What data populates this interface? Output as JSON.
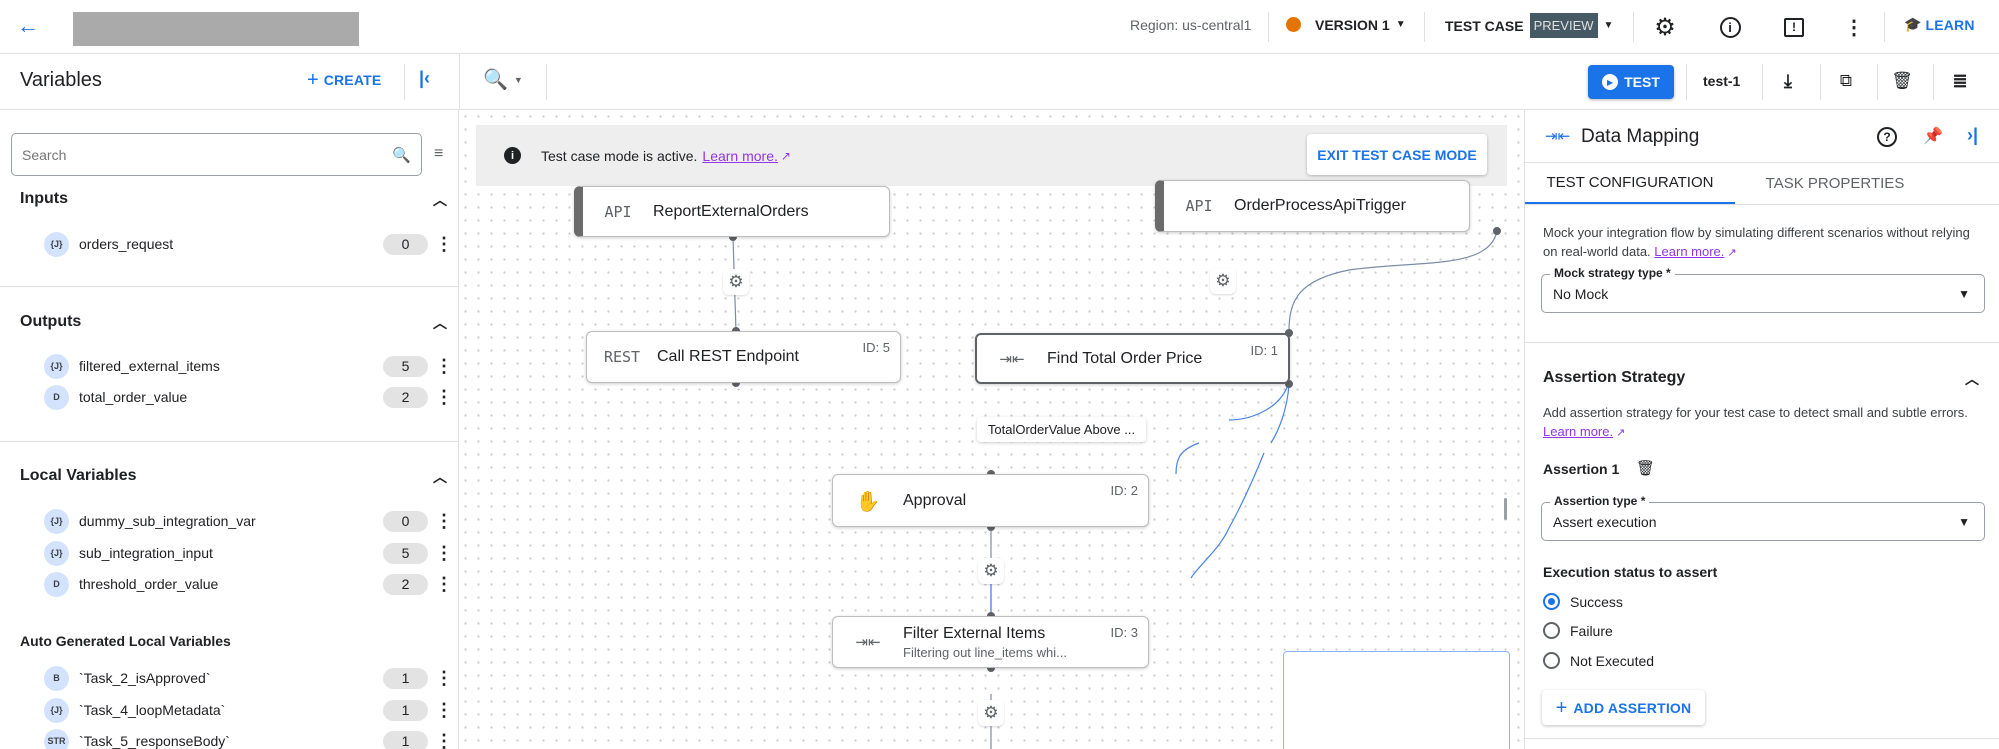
{
  "header": {
    "region": "Region: us-central1",
    "version": "VERSION 1",
    "version_status_color": "#e37400",
    "test_case": "TEST CASE",
    "preview_badge": "PREVIEW",
    "learn": "LEARN"
  },
  "toolbar": {
    "test_button": "TEST",
    "test_case_name": "test-1"
  },
  "variables_panel": {
    "title": "Variables",
    "create": "CREATE",
    "search_placeholder": "Search",
    "inputs": {
      "title": "Inputs",
      "items": [
        {
          "type": "{J}",
          "name": "orders_request",
          "count": "0"
        }
      ]
    },
    "outputs": {
      "title": "Outputs",
      "items": [
        {
          "type": "{J}",
          "name": "filtered_external_items",
          "count": "5"
        },
        {
          "type": "D",
          "name": "total_order_value",
          "count": "2"
        }
      ]
    },
    "local": {
      "title": "Local Variables",
      "items": [
        {
          "type": "{J}",
          "name": "dummy_sub_integration_var",
          "count": "0"
        },
        {
          "type": "{J}",
          "name": "sub_integration_input",
          "count": "5"
        },
        {
          "type": "D",
          "name": "threshold_order_value",
          "count": "2"
        }
      ]
    },
    "auto": {
      "title": "Auto Generated Local Variables",
      "items": [
        {
          "type": "B",
          "name": "`Task_2_isApproved`",
          "count": "1"
        },
        {
          "type": "{J}",
          "name": "`Task_4_loopMetadata`",
          "count": "1"
        },
        {
          "type": "STR",
          "name": "`Task_5_responseBody`",
          "count": "1"
        }
      ]
    }
  },
  "canvas": {
    "banner": {
      "text": "Test case mode is active.",
      "link": "Learn more.",
      "exit_button": "EXIT TEST CASE MODE"
    },
    "nodes": {
      "report": {
        "type": "API",
        "title": "ReportExternalOrders"
      },
      "trigger": {
        "type": "API",
        "title": "OrderProcessApiTrigger"
      },
      "rest": {
        "type": "REST",
        "title": "Call REST Endpoint",
        "id": "ID: 5"
      },
      "total": {
        "title": "Find Total Order Price",
        "id": "ID: 1"
      },
      "approval": {
        "title": "Approval",
        "id": "ID: 2"
      },
      "filter": {
        "title": "Filter External Items",
        "subtitle": "Filtering out line_items whi...",
        "id": "ID: 3"
      }
    },
    "edge_label": "TotalOrderValue Above ..."
  },
  "data_mapping": {
    "title": "Data Mapping",
    "tabs": [
      "TEST CONFIGURATION",
      "TASK PROPERTIES"
    ],
    "mock_desc": "Mock your integration flow by simulating different scenarios without relying on real-world data.",
    "learn_more": "Learn more.",
    "mock_label": "Mock strategy type *",
    "mock_value": "No Mock",
    "assertion_title": "Assertion Strategy",
    "assertion_desc": "Add assertion strategy for your test case to detect small and subtle errors.",
    "assertion_1": "Assertion 1",
    "assertion_type_label": "Assertion type *",
    "assertion_type_value": "Assert execution",
    "exec_status_label": "Execution status to assert",
    "options": [
      "Success",
      "Failure",
      "Not Executed"
    ],
    "selected": "Success",
    "add_assertion": "ADD ASSERTION"
  },
  "colors": {
    "accent": "#1a73e8",
    "link": "#9334e6",
    "preview_badge": "#455a64"
  }
}
